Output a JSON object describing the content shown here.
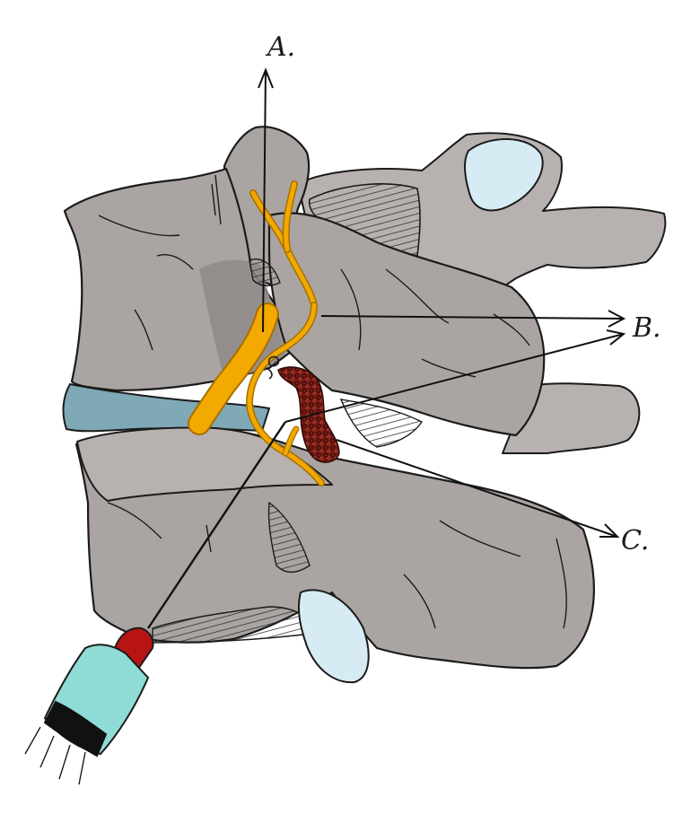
{
  "labels": {
    "a": "A.",
    "b1": "B.",
    "b2": "B.",
    "c": "C."
  },
  "colors": {
    "bone": "#aaa5a2",
    "nerve": "#f2a900",
    "disc": "#7fa9b6",
    "hematoma": "#7a1c14",
    "syringe_barrel": "#8fdcd6",
    "needle_hub": "#b81414"
  }
}
